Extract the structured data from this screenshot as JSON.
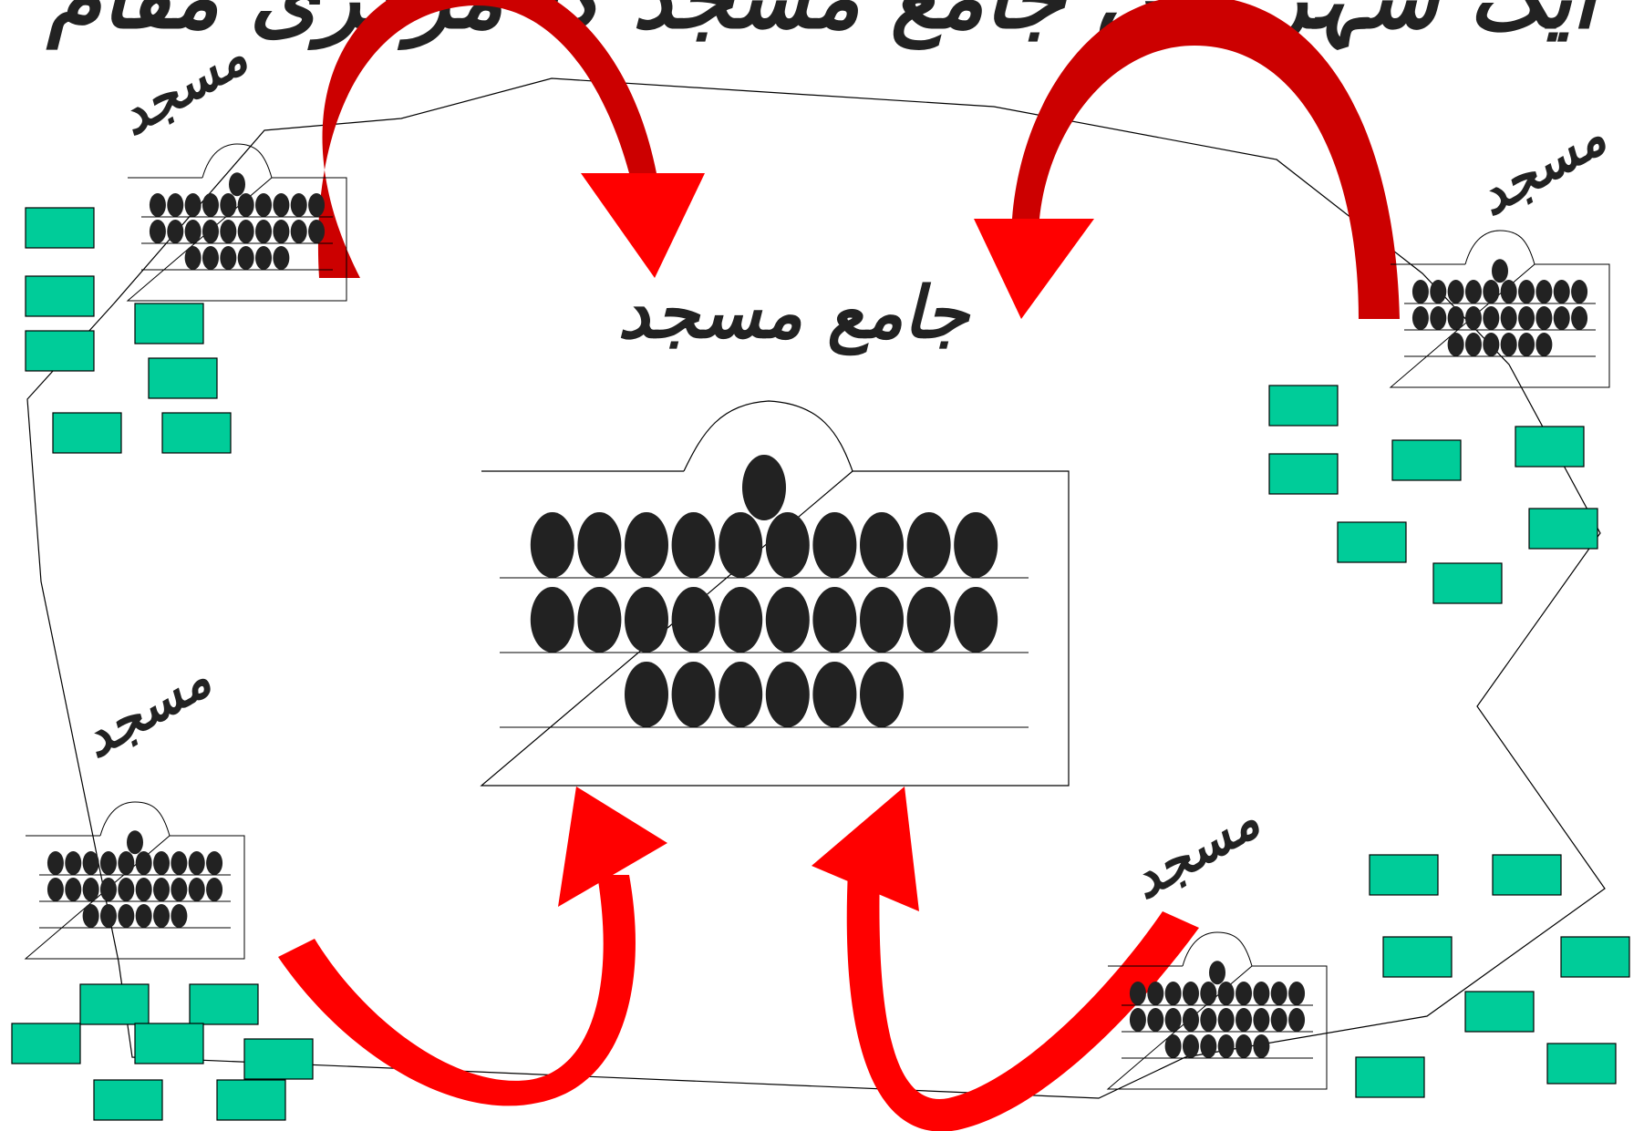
{
  "header": {
    "text": "ایک شہر میں جامع مسجد کا مرکزی مقام"
  },
  "central": {
    "label": "جامع مسجد",
    "rows": [
      10,
      10,
      6
    ]
  },
  "mosques": [
    {
      "id": "top-left",
      "label": "مسجد",
      "rows": [
        10,
        10,
        6
      ]
    },
    {
      "id": "top-right",
      "label": "مسجد",
      "rows": [
        10,
        10,
        6
      ]
    },
    {
      "id": "bottom-left",
      "label": "مسجد",
      "rows": [
        10,
        10,
        6
      ]
    },
    {
      "id": "bottom-right",
      "label": "مسجد",
      "rows": [
        10,
        10,
        6
      ]
    }
  ],
  "colors": {
    "house": "#00cc99",
    "arrow_light": "#ff0000",
    "arrow_dark": "#cc0000",
    "worshipper": "#222222",
    "outline": "#000000"
  }
}
